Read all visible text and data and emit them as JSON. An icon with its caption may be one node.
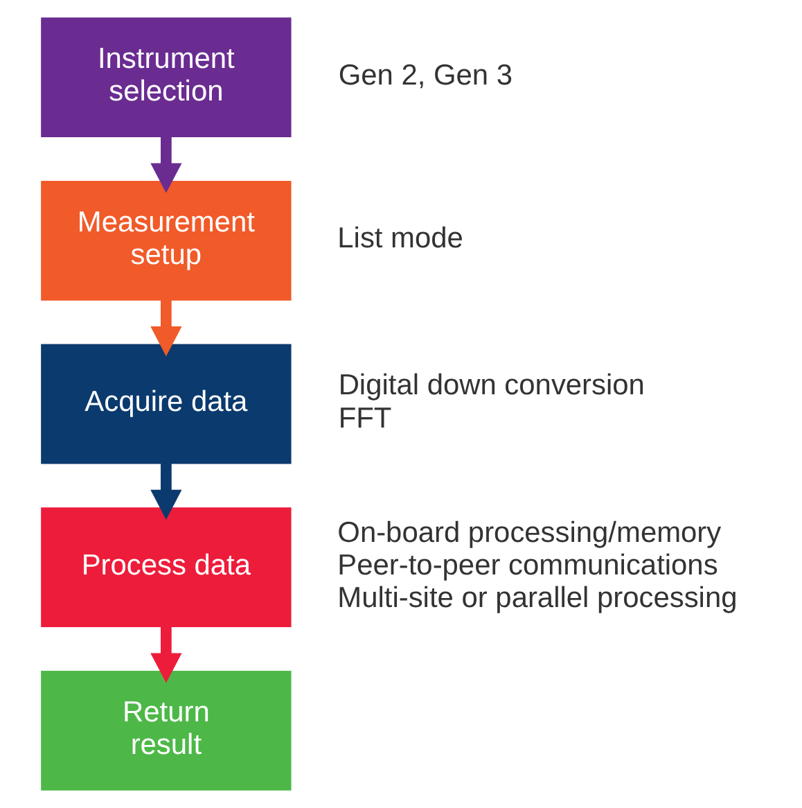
{
  "diagram": {
    "nodes": [
      {
        "text": [
          "Instrument selection"
        ],
        "beside": [
          "Gen 2, Gen 3"
        ]
      },
      {
        "text": [
          "Measurement setup"
        ],
        "beside": [
          "List mode"
        ]
      },
      {
        "text": [
          "Acquire data"
        ],
        "beside": [
          "Digital down conversion",
          "FFT"
        ]
      },
      {
        "text": [
          "Process data"
        ],
        "beside": [
          "On-board processing/memory",
          "Peer-to-peer communications",
          "Multi-site or parallel processing"
        ]
      },
      {
        "text": [
          "Return result"
        ]
      }
    ],
    "edges": [
      {
        "from": 0,
        "to": 1,
        "arrow": "to",
        "color": "#6a2c91"
      },
      {
        "from": 1,
        "to": 2,
        "arrow": "to",
        "color": "#f15a29"
      },
      {
        "from": 2,
        "to": 3,
        "arrow": "to",
        "color": "#0b3a6e"
      },
      {
        "from": 3,
        "to": 4,
        "arrow": "to",
        "color": "#ed1c3b"
      }
    ]
  }
}
